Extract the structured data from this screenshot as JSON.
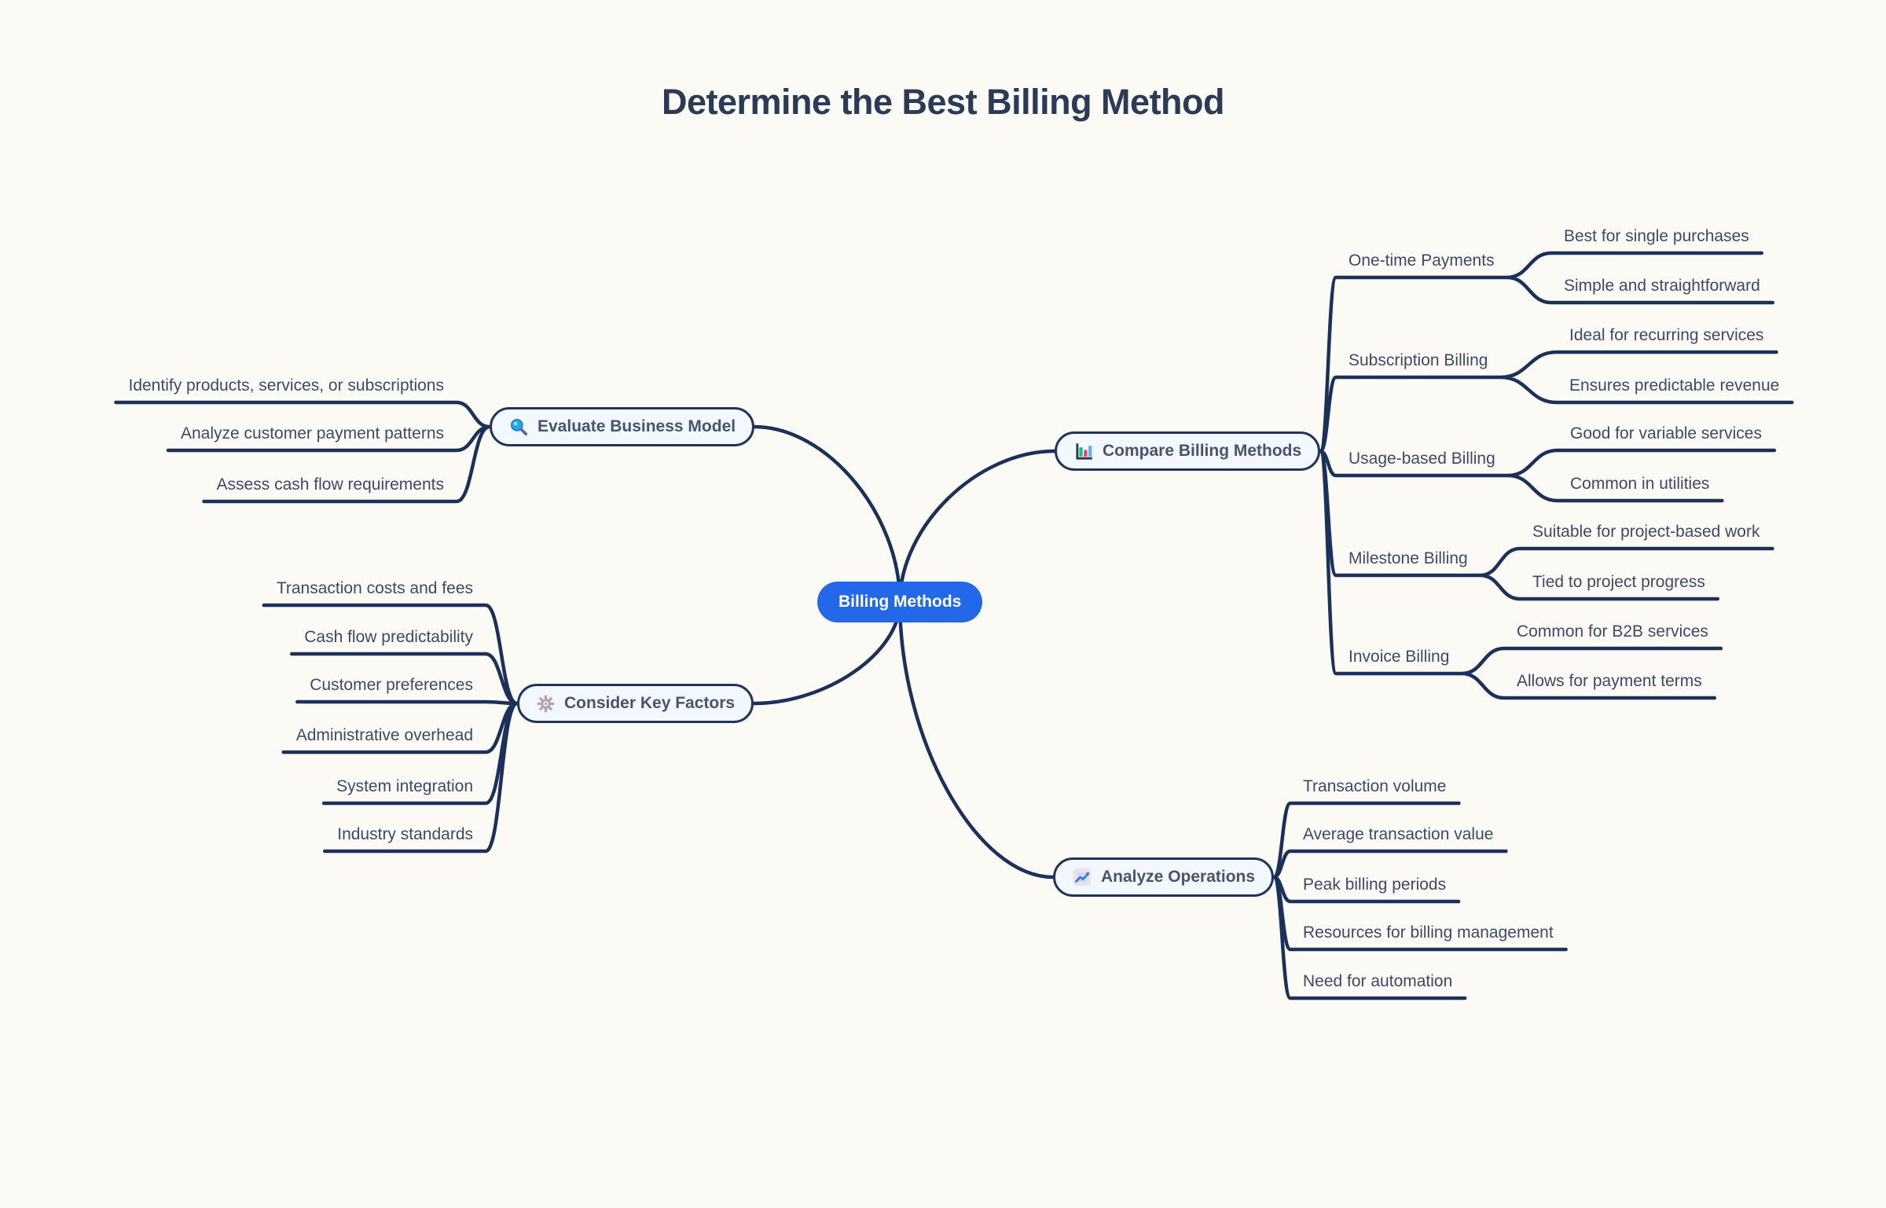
{
  "title": "Determine the Best Billing Method",
  "root": {
    "label": "Billing Methods"
  },
  "left": [
    {
      "label": "Evaluate Business Model",
      "icon": "magnifier-icon",
      "children": [
        "Identify products, services, or subscriptions",
        "Analyze customer payment patterns",
        "Assess cash flow requirements"
      ]
    },
    {
      "label": "Consider Key Factors",
      "icon": "gear-icon",
      "children": [
        "Transaction costs and fees",
        "Cash flow predictability",
        "Customer preferences",
        "Administrative overhead",
        "System integration",
        "Industry standards"
      ]
    }
  ],
  "right": [
    {
      "label": "Compare Billing Methods",
      "icon": "bar-chart-icon",
      "children": [
        {
          "label": "One-time Payments",
          "children": [
            "Best for single purchases",
            "Simple and straightforward"
          ]
        },
        {
          "label": "Subscription Billing",
          "children": [
            "Ideal for recurring services",
            "Ensures predictable revenue"
          ]
        },
        {
          "label": "Usage-based Billing",
          "children": [
            "Good for variable services",
            "Common in utilities"
          ]
        },
        {
          "label": "Milestone Billing",
          "children": [
            "Suitable for project-based work",
            "Tied to project progress"
          ]
        },
        {
          "label": "Invoice Billing",
          "children": [
            "Common for B2B services",
            "Allows for payment terms"
          ]
        }
      ]
    },
    {
      "label": "Analyze Operations",
      "icon": "chart-increasing-icon",
      "children": [
        "Transaction volume",
        "Average transaction value",
        "Peak billing periods",
        "Resources for billing management",
        "Need for automation"
      ]
    }
  ],
  "colors": {
    "background": "#fcfaf4",
    "line": "#1b3159",
    "accent": "#2268e8",
    "pill-bg": "#f3f7fe",
    "pill-border": "#20345c",
    "pill-text": "#49536b",
    "leaf-text": "#3d4a66",
    "title-text": "#2b3a55"
  }
}
